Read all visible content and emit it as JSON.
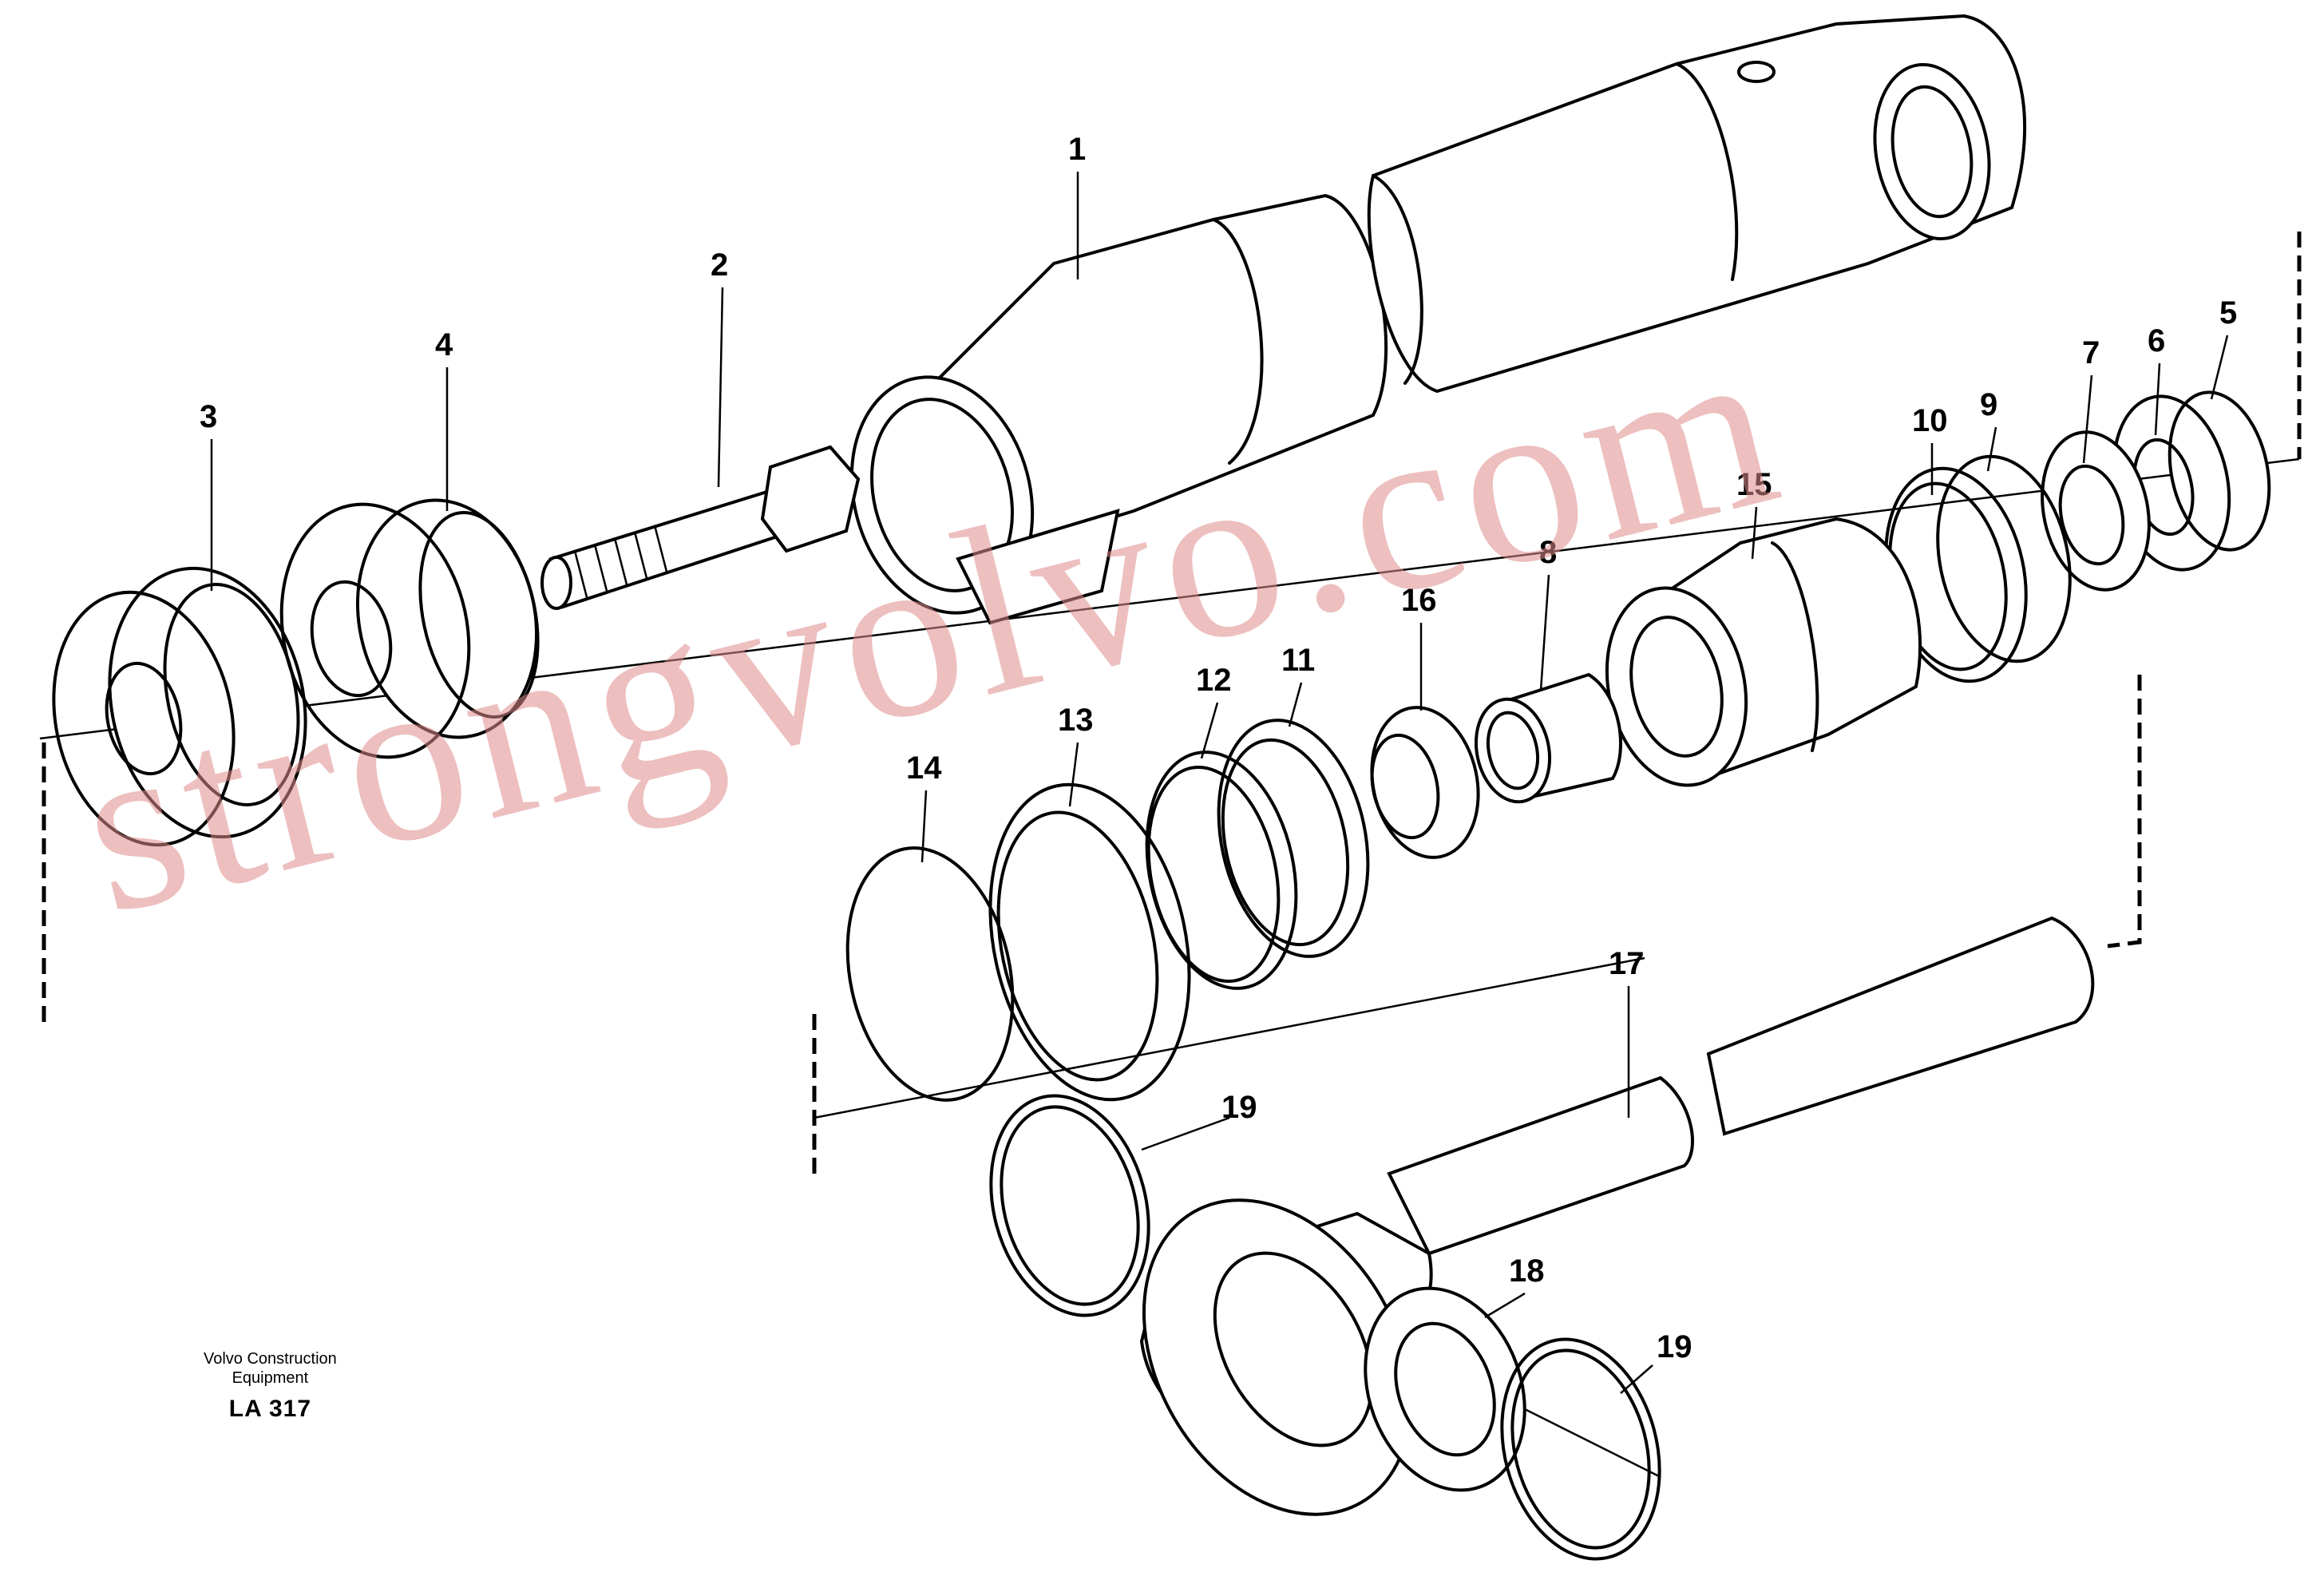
{
  "diagram": {
    "part_labels": [
      "1",
      "2",
      "3",
      "4",
      "5",
      "6",
      "7",
      "8",
      "9",
      "10",
      "11",
      "12",
      "13",
      "14",
      "15",
      "16",
      "17",
      "18",
      "19",
      "19"
    ]
  },
  "caption": {
    "manufacturer_line1": "Volvo Construction",
    "manufacturer_line2": "Equipment",
    "drawing_code": "LA 317"
  },
  "watermark": "strongvolvo.com"
}
